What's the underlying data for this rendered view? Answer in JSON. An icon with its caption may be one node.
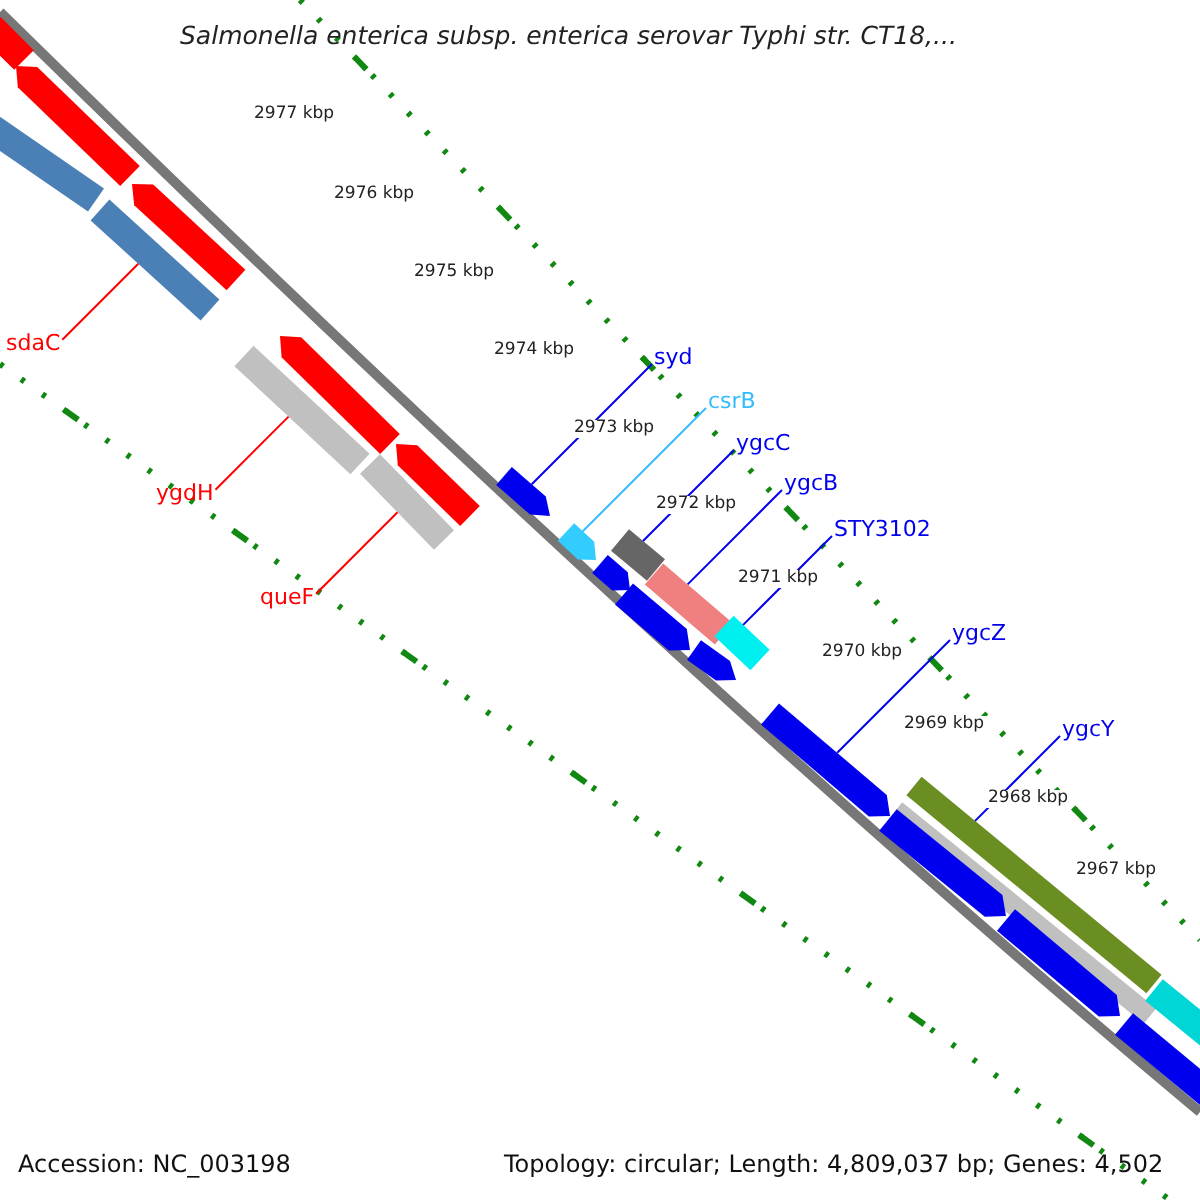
{
  "diagram": {
    "title": "Salmonella enterica subsp. enterica serovar Typhi str. CT18,...",
    "nodes": [
      {
        "text": [
          "sdaC"
        ]
      },
      {
        "text": [
          "ygdH"
        ]
      },
      {
        "text": [
          "queF"
        ]
      },
      {
        "text": [
          "syd"
        ]
      },
      {
        "text": [
          "csrB"
        ]
      },
      {
        "text": [
          "ygcC"
        ]
      },
      {
        "text": [
          "ygcB"
        ]
      },
      {
        "text": [
          "STY3102"
        ]
      },
      {
        "text": [
          "ygcZ"
        ]
      },
      {
        "text": [
          "ygcY"
        ]
      },
      {
        "text": [],
        "shape": "arrow"
      },
      {
        "text": [],
        "shape": "arrow"
      },
      {
        "text": [],
        "shape": "bar"
      },
      {
        "text": [],
        "shape": "bar"
      },
      {
        "text": [],
        "shape": "arrow"
      },
      {
        "text": [],
        "shape": "bar"
      },
      {
        "text": [],
        "shape": "arrow"
      },
      {
        "text": [],
        "shape": "bar"
      },
      {
        "text": [],
        "shape": "arrow"
      },
      {
        "text": [],
        "shape": "arrow"
      },
      {
        "text": [],
        "shape": "arrow"
      },
      {
        "text": [],
        "shape": "arrow"
      },
      {
        "text": [],
        "shape": "bar"
      },
      {
        "text": [],
        "shape": "arrow"
      },
      {
        "text": [],
        "shape": "bar"
      },
      {
        "text": [],
        "shape": "arrow"
      },
      {
        "text": [],
        "shape": "bar"
      },
      {
        "text": [],
        "shape": "arrow"
      },
      {
        "text": [],
        "shape": "bar"
      },
      {
        "text": [],
        "shape": "bar"
      },
      {
        "text": [],
        "shape": "arrow"
      },
      {
        "text": [],
        "shape": "arrow"
      },
      {
        "text": [],
        "shape": "arrow"
      },
      {
        "text": [],
        "shape": "bar"
      }
    ],
    "edges": [
      {
        "from": 0,
        "to": 13,
        "arrow": "none",
        "color": "#ff0000"
      },
      {
        "from": 1,
        "to": 15,
        "arrow": "none",
        "color": "#ff0000"
      },
      {
        "from": 2,
        "to": 17,
        "arrow": "none",
        "color": "#ff0000"
      },
      {
        "from": 3,
        "to": 19,
        "arrow": "none"
      },
      {
        "from": 4,
        "to": 20,
        "arrow": "none",
        "color": "#33bbff"
      },
      {
        "from": 5,
        "to": 22,
        "arrow": "none"
      },
      {
        "from": 6,
        "to": 24,
        "arrow": "none"
      },
      {
        "from": 7,
        "to": 26,
        "arrow": "none"
      },
      {
        "from": 8,
        "to": 27,
        "arrow": "none"
      },
      {
        "from": 9,
        "to": 28,
        "arrow": "none"
      }
    ],
    "labels": [
      "2977 kbp",
      "2976 kbp",
      "2975 kbp",
      "2974 kbp",
      "2973 kbp",
      "2972 kbp",
      "2971 kbp",
      "2970 kbp",
      "2969 kbp",
      "2968 kbp",
      "2967 kbp",
      "Accession: NC_003198",
      "Topology: circular; Length: 4,809,037 bp; Genes: 4,502"
    ]
  }
}
